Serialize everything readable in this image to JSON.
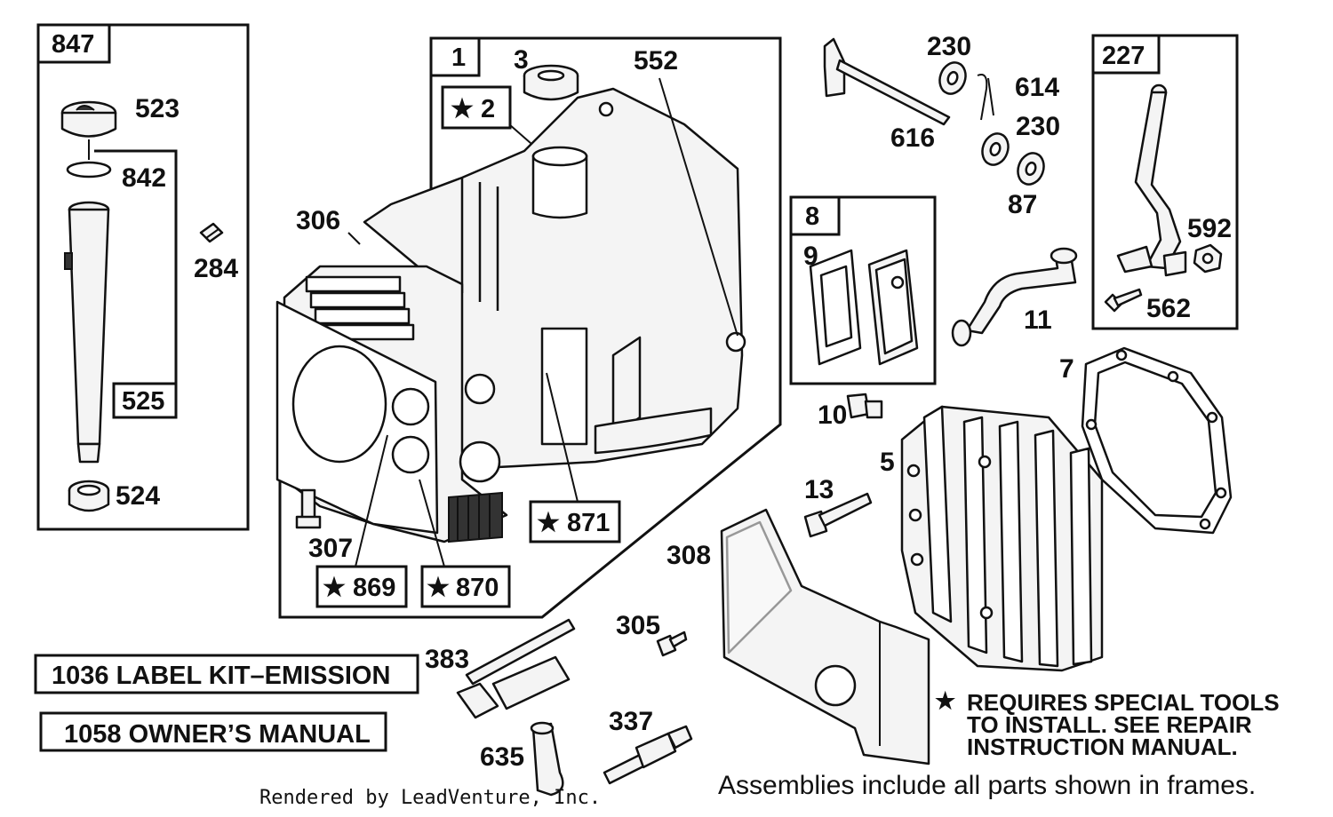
{
  "frames": {
    "frame_847": "847",
    "frame_525": "525",
    "frame_1": "1",
    "frame_8": "8",
    "frame_227": "227"
  },
  "special_labels": {
    "star_2": "2",
    "star_871": "871",
    "star_869": "869",
    "star_870": "870"
  },
  "star_symbol": "★",
  "callouts": {
    "p523": "523",
    "p842": "842",
    "p284": "284",
    "p524": "524",
    "p3": "3",
    "p552": "552",
    "p306": "306",
    "p307": "307",
    "p230a": "230",
    "p614": "614",
    "p616": "616",
    "p230b": "230",
    "p87": "87",
    "p9": "9",
    "p592": "592",
    "p562": "562",
    "p11": "11",
    "p7": "7",
    "p10": "10",
    "p5": "5",
    "p13": "13",
    "p308": "308",
    "p305": "305",
    "p383": "383",
    "p337": "337",
    "p635": "635"
  },
  "kits": {
    "label_kit": "1036 LABEL KIT–EMISSION",
    "owners_manual": "1058 OWNER’S MANUAL"
  },
  "notes": {
    "special_tools_line1": "REQUIRES SPECIAL TOOLS",
    "special_tools_line2": "TO INSTALL.  SEE REPAIR",
    "special_tools_line3": "INSTRUCTION MANUAL.",
    "assemblies": "Assemblies include all parts shown in frames.",
    "credit": "Rendered by LeadVenture, Inc."
  }
}
